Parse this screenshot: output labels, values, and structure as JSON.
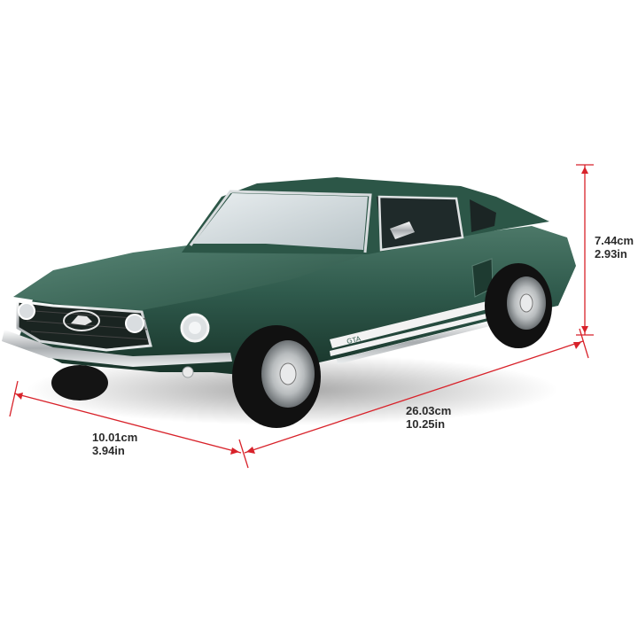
{
  "product": {
    "subject": "1967 Ford Mustang GT fastback die-cast model",
    "body_color": "#2f5a4c",
    "stripe_color": "#f2f2f2",
    "badge_text": "GTA"
  },
  "dimensions": {
    "line_color": "#d8222a",
    "height": {
      "metric": "7.44cm",
      "imperial": "2.93in"
    },
    "length": {
      "metric": "26.03cm",
      "imperial": "10.25in"
    },
    "width": {
      "metric": "10.01cm",
      "imperial": "3.94in"
    }
  }
}
